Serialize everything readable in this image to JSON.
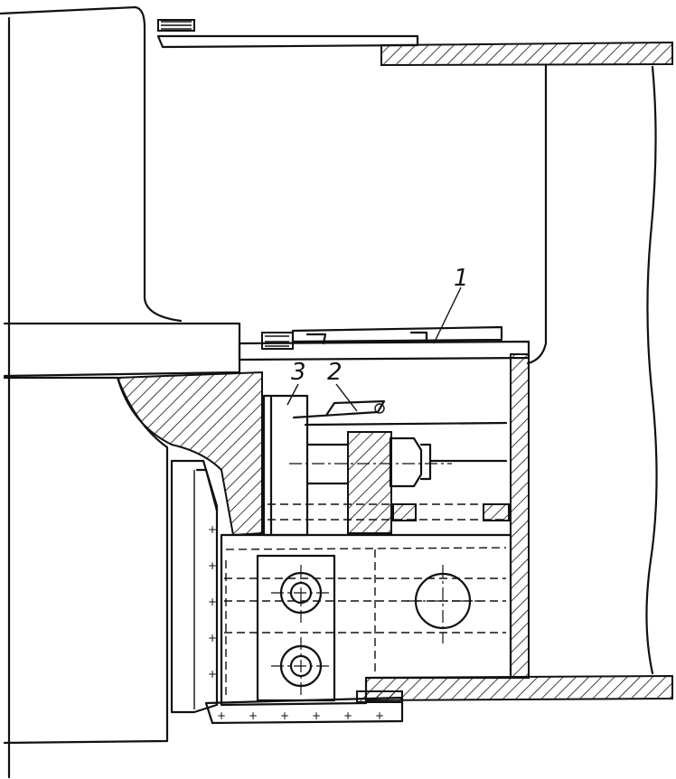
{
  "drawing": {
    "callouts": [
      {
        "id": "1",
        "label": "1"
      },
      {
        "id": "2",
        "label": "2"
      },
      {
        "id": "3",
        "label": "3"
      }
    ]
  }
}
